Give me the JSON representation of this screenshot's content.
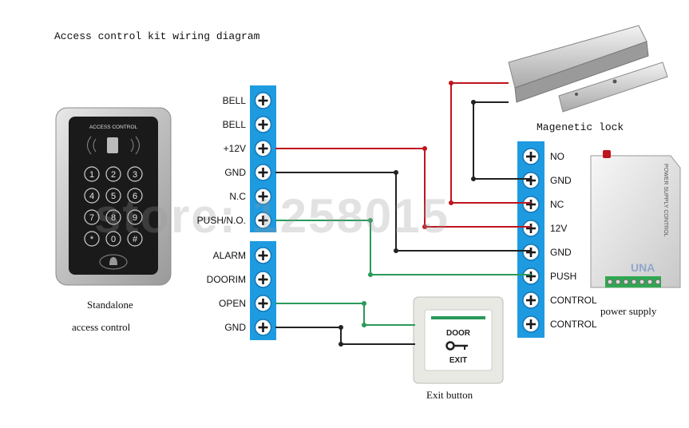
{
  "title": "Access control kit wiring diagram",
  "watermark": "store: 1258015",
  "keypad": {
    "header": "ACCESS CONTROL",
    "keys": [
      "1",
      "2",
      "3",
      "4",
      "5",
      "6",
      "7",
      "8",
      "9",
      "*",
      "0",
      "#"
    ],
    "caption_line1": "Standalone",
    "caption_line2": "access control"
  },
  "controller_terminals_top": [
    "BELL",
    "BELL",
    "+12V",
    "GND",
    "N.C",
    "PUSH/N.O."
  ],
  "controller_terminals_bottom": [
    "ALARM",
    "DOORIM",
    "OPEN",
    "GND"
  ],
  "power_terminals": [
    "NO",
    "GND",
    "NC",
    "12V",
    "GND",
    "PUSH",
    "CONTROL",
    "CONTROL"
  ],
  "lock_caption": "Magenetic lock",
  "power_supply": {
    "caption": "power supply",
    "panel_text": "POWER SUPPLY CONTROL",
    "brand": "UNA"
  },
  "exit_button": {
    "line1": "DOOR",
    "line2": "EXIT",
    "caption": "Exit button"
  },
  "colors": {
    "terminal_blue": "#1e9be0",
    "wire_red": "#c0141e",
    "wire_black": "#222222",
    "wire_green": "#2a9a5a"
  }
}
